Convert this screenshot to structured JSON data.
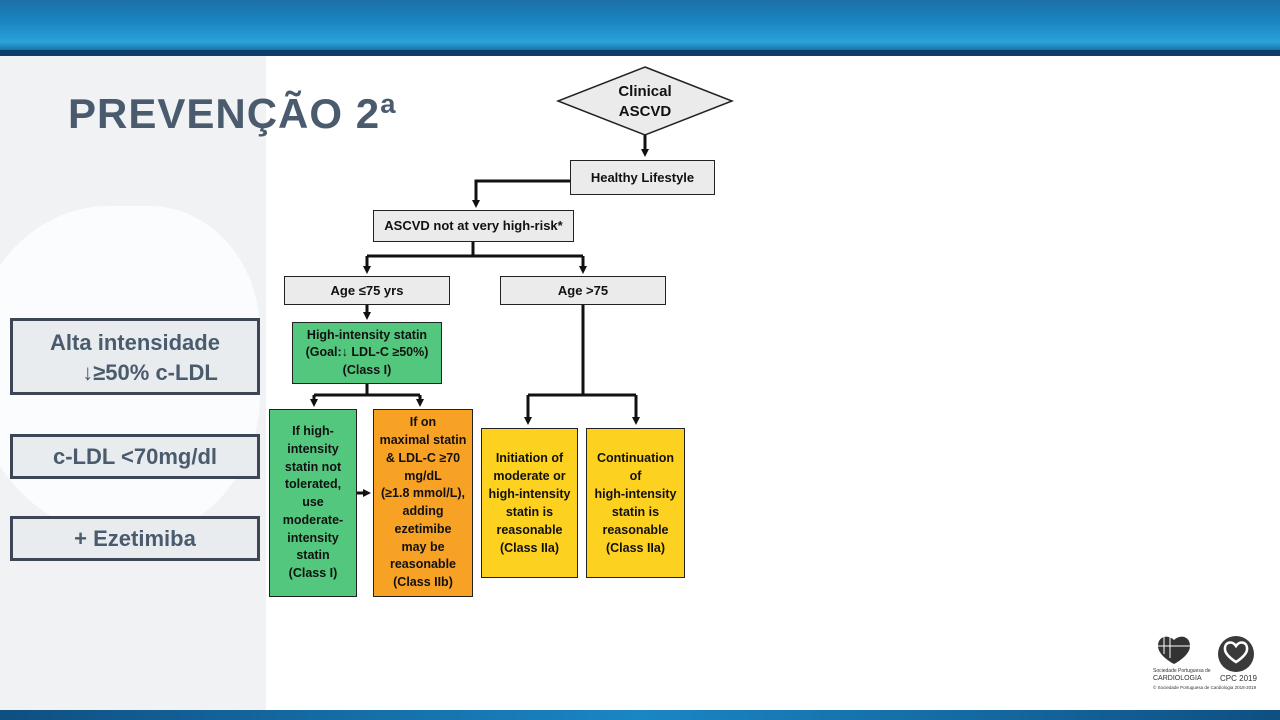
{
  "slide": {
    "title": "PREVENÇÃO 2ª",
    "notes": [
      {
        "line1": "Alta intensidade",
        "line2": "↓≥50% c-LDL"
      },
      {
        "line1": "c-LDL <70mg/dl"
      },
      {
        "line1": "+ Ezetimiba"
      }
    ]
  },
  "flowchart": {
    "start": {
      "line1": "Clinical",
      "line2": "ASCVD"
    },
    "lifestyle": "Healthy Lifestyle",
    "risk": "ASCVD not at very high-risk*",
    "age_young": "Age ≤75 yrs",
    "age_old": "Age >75",
    "high_statin": [
      "High-intensity statin",
      "(Goal:↓ LDL-C ≥50%)",
      "(Class I)"
    ],
    "not_tolerated": [
      "If high-",
      "intensity",
      "statin not",
      "tolerated,",
      "use",
      "moderate-",
      "intensity",
      "statin",
      "(Class I)"
    ],
    "ezetimibe": [
      "If on",
      "maximal statin",
      "& LDL-C ≥70",
      "mg/dL",
      "(≥1.8 mmol/L),",
      "adding",
      "ezetimibe",
      "may be",
      "reasonable",
      "(Class IIb)"
    ],
    "initiation": [
      "Initiation of",
      "moderate or",
      "high-intensity",
      "statin is",
      "reasonable",
      "(Class IIa)"
    ],
    "continuation": [
      "Continuation",
      "of",
      "high-intensity",
      "statin is",
      "reasonable",
      "(Class IIa)"
    ]
  },
  "logos": {
    "spc_small": "Sociedade Portuguesa de",
    "spc_name": "CARDIOLOGIA",
    "cpc": "CPC 2019",
    "footer": "© Sociedade Portuguesa de Cardiologia 2018-2019"
  },
  "colors": {
    "green": "#52c77d",
    "orange": "#f7a125",
    "yellow": "#fcd11f",
    "title": "#4a5b6e"
  }
}
